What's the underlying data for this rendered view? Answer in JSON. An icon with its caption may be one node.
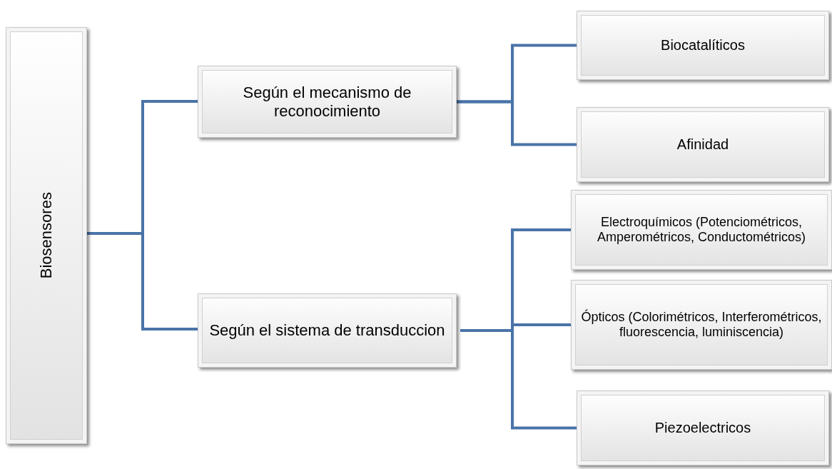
{
  "diagram": {
    "nodes": [
      {
        "text": [
          "Biosensores"
        ]
      },
      {
        "text": [
          "Según el mecanismo de reconocimiento"
        ]
      },
      {
        "text": [
          "Según el sistema de transduccion"
        ]
      },
      {
        "text": [
          "Biocatalíticos"
        ]
      },
      {
        "text": [
          "Afinidad"
        ]
      },
      {
        "text": [
          "Electroquímicos (Potenciométricos, Amperométricos, Conductométricos)"
        ]
      },
      {
        "text": [
          "Ópticos (Colorimétricos, Interferométricos, fluorescencia, luminiscencia)"
        ]
      },
      {
        "text": [
          "Piezoelectricos"
        ]
      }
    ],
    "edges": [
      {
        "from": 0,
        "to": 1,
        "arrow": "none"
      },
      {
        "from": 0,
        "to": 2,
        "arrow": "none"
      },
      {
        "from": 1,
        "to": 3,
        "arrow": "none"
      },
      {
        "from": 1,
        "to": 4,
        "arrow": "none"
      },
      {
        "from": 2,
        "to": 5,
        "arrow": "none"
      },
      {
        "from": 2,
        "to": 6,
        "arrow": "none"
      },
      {
        "from": 2,
        "to": 7,
        "arrow": "none"
      }
    ]
  }
}
